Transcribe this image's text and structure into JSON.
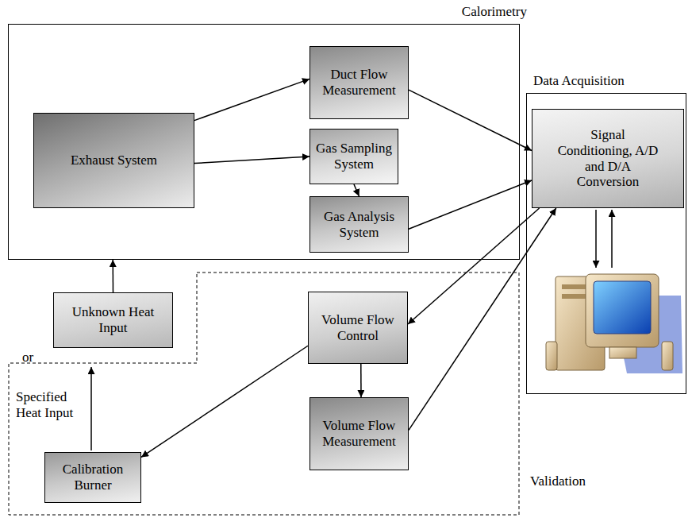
{
  "diagram": {
    "nodes": [
      {
        "text": [
          "Calorimetry"
        ]
      },
      {
        "text": [
          "Exhaust System"
        ],
        "in": 0
      },
      {
        "text": [
          "Duct Flow Measurement"
        ],
        "in": 0
      },
      {
        "text": [
          "Gas Sampling System"
        ],
        "in": 0
      },
      {
        "text": [
          "Gas Analysis System"
        ],
        "in": 0
      },
      {
        "text": [
          "Data Acquisition"
        ]
      },
      {
        "text": [
          "Signal Conditioning, A/D and D/A Conversion"
        ],
        "in": 5
      },
      {
        "text": [
          "Validation"
        ]
      },
      {
        "text": [
          "Unknown Heat Input"
        ]
      },
      {
        "text": [
          "Volume Flow Control"
        ],
        "in": 7
      },
      {
        "text": [
          "Volume Flow Measurement"
        ],
        "in": 7
      },
      {
        "text": [
          "Calibration Burner"
        ],
        "in": 7
      }
    ],
    "edges": [
      {
        "from": 1,
        "to": 2,
        "arrow": "to"
      },
      {
        "from": 1,
        "to": 3,
        "arrow": "to"
      },
      {
        "from": 3,
        "to": 4,
        "arrow": "to"
      },
      {
        "from": 2,
        "to": 6,
        "arrow": "to"
      },
      {
        "from": 4,
        "to": 6,
        "arrow": "to"
      },
      {
        "from": 6,
        "to": 9,
        "arrow": "to"
      },
      {
        "from": 9,
        "to": 10,
        "arrow": "to"
      },
      {
        "from": 10,
        "to": 6,
        "arrow": "to"
      },
      {
        "from": 9,
        "to": 11,
        "arrow": "to"
      },
      {
        "from": 8,
        "to": 0,
        "arrow": "to"
      }
    ],
    "labels": [
      "or",
      "Specified Heat Input"
    ]
  }
}
